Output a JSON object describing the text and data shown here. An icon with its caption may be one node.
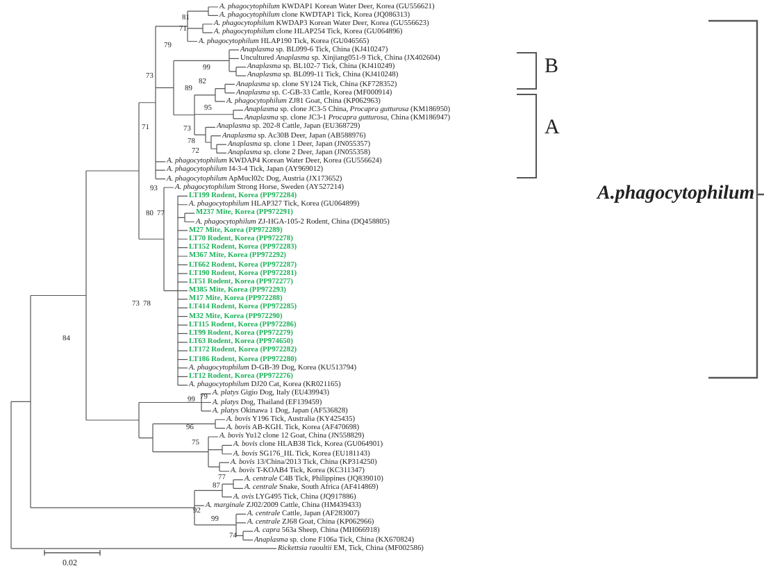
{
  "diagram": {
    "labels": [
      "*A. phagocytophilum* KWDAP1 Korean Water Deer, Korea (GU556621)",
      "*A. phagocytophilum* clone KWDTAP1 Tick, Korea (JQ086313)",
      "*A. phagocytophilum* KWDAP3 Korean Water Deer, Korea (GU556623)",
      "*A. phagocytophilum* clone HLAP254 Tick, Korea (GU064896)",
      "*A. phagocytophilum* HLAP190 Tick, Korea (GU046565)",
      "*Anaplasma* sp. BL099-6 Tick, China (KJ410247)",
      "Uncultured *Anaplasma* sp. Xinjiang051-9 Tick, China (JX402604)",
      "*Anaplasma* sp. BL102-7 Tick, China (KJ410249)",
      "*Anaplasma* sp. BL099-11 Tick, China (KJ410248)",
      "*Anaplasma* sp. clone SY124 Tick, China (KF728352)",
      "*Anaplasma* sp. C-GB-33 Cattle, Korea (MF000914)",
      "*A. phagocytophilum* ZJ81 Goat, China (KP062963)",
      "*Anaplasma* sp. clone JC3-5 China, *Procapra gutturosa* (KM186950)",
      "*Anaplasma* sp. clone JC3-1 *Procapra gutturosa*, China (KM186947)",
      "*Anaplasma* sp. 202-8 Cattle, Japan (EU368729)",
      "*Anaplasma* sp. Ac30B Deer, Japan (AB588976)",
      "*Anaplasma* sp. clone 1 Deer, Japan (JN055357)",
      "*Anaplasma* sp. clone 2 Deer, Japan (JN055358)",
      "*A. phagocytophilum* KWDAP4 Korean Water Deer, Korea (GU556624)",
      "*A. phagocytophilum* I4-3-4 Tick, Japan (AY969012)",
      "*A. phagocytophilum* ApMucl02c Dog, Austria (JX173652)",
      "*A. phagocytophilum* Strong Horse, Sweden (AY527214)",
      "LT199 Rodent, Korea (PP972284)",
      "*A. phagocytophilum* HLAP327 Tick, Korea (GU064899)",
      "M237 Mite, Korea (PP972291)",
      "*A. phagocytophilum* ZJ-HGA-105-2 Rodent, China (DQ458805)",
      "M27 Mite, Korea (PP972289)",
      "LT70 Rodent, Korea (PP972278)",
      "LT152 Rodent, Korea (PP972283)",
      "M367 Mite, Korea (PP972292)",
      "LT662 Rodent, Korea (PP972287)",
      "LT190 Rodent, Korea (PP972281)",
      "LT51 Rodent, Korea (PP972277)",
      "M385 Mite, Korea (PP972293)",
      "M17 Mite, Korea (PP972288)",
      "LT414 Rodent, Korea (PP972285)",
      "M32 Mite, Korea (PP972290)",
      "LT115 Rodent, Korea (PP972286)",
      "LT99 Rodent, Korea (PP972279)",
      "LT63 Rodent, Korea (PP974650)",
      "LT172 Rodent, Korea (PP972282)",
      "LT186 Rodent, Korea (PP972280)",
      "*A. phagocytophilum* D-GB-39 Dog, Korea (KU513794)",
      "LT12 Rodent, Korea (PP972276)",
      "*A. phagocytophilum* DJ20 Cat, Korea (KR021165)",
      "*A. platys* Gigio Dog, Italy (EU439943)",
      "*A. platys* Dog, Thailand (EF139459)",
      "*A. platys* Okinawa 1 Dog, Japan (AF536828)",
      "*A. bovis* Y196 Tick, Australia (KY425435)",
      "*A. bovis* AB-KGH. Tick, Korea (AF470698)",
      "*A. bovis* Yu12 clone 12 Goat, China (JN558829)",
      "*A. bovis* clone HLAB38 Tick, Korea (GU064901)",
      "*A. bovis* SG176_HL Tick, Korea (EU181143)",
      "*A. bovis* 13/China/2013 Tick, China (KP314250)",
      "*A. bovis* T-KOAB4 Tick, Korea (KC311347)",
      "*A. centrale* C4B Tick, Philippines (JQ839010)",
      "*A. centrale* Snake, South Africa (AF414869)",
      "*A. ovis* LYG495 Tick, China (JQ917886)",
      "*A. marginale* ZJ02/2009 Cattle, China (HM439433)",
      "*A. centrale* Cattle, Japan (AF283007)",
      "*A. centrale* ZJ68 Goat, China (KP062966)",
      "*A. capra* 563a Sheep, China (MH066918)",
      "*Anaplasma* sp. clone F106a Tick, China (KX670824)",
      "*Rickettsia raoultii* EM, Tick, China (MF002586)",
      "81",
      "71",
      "79",
      "99",
      "73",
      "82",
      "89",
      "95",
      "71",
      "73",
      "78",
      "72",
      "93",
      "80",
      "77",
      "73",
      "78",
      "84",
      "99",
      "79",
      "96",
      "75",
      "77",
      "87",
      "92",
      "99",
      "74",
      "B",
      "A",
      "A.phagocytophilum",
      "0.02"
    ]
  }
}
